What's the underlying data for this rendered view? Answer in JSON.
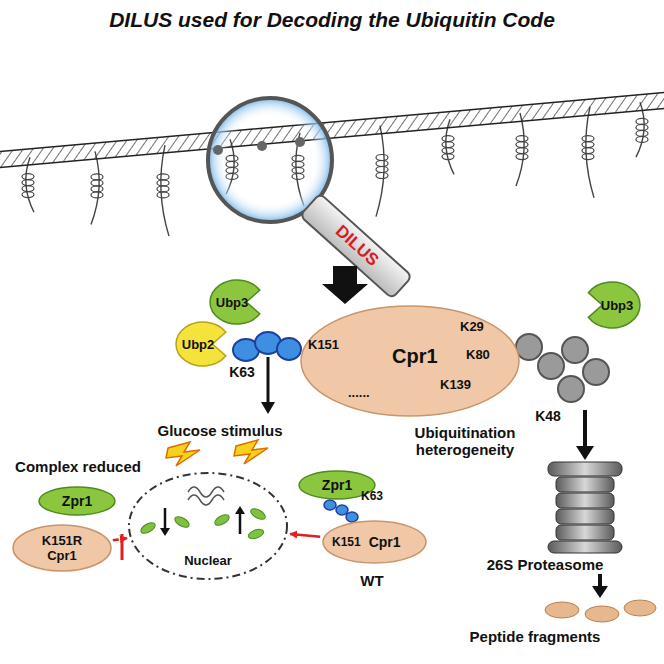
{
  "diagram": {
    "title": "DILUS used for Decoding the Ubiquitin Code",
    "nodes": [
      {
        "text": [
          "Ubp3"
        ]
      },
      {
        "text": [
          "Ubp2"
        ]
      },
      {
        "text": [
          "Cpr1",
          "K151",
          "K29",
          "K80",
          "K139",
          "......"
        ]
      },
      {
        "text": [
          "Ubp3"
        ]
      },
      {
        "text": [
          "Zpr1"
        ]
      },
      {
        "text": [
          "K151R",
          "Cpr1"
        ]
      },
      {
        "text": [
          "Nuclear"
        ]
      },
      {
        "text": [
          "Zpr1"
        ]
      },
      {
        "text": [
          "K151",
          "Cpr1"
        ]
      }
    ],
    "edges": [
      {
        "from": 5,
        "to": 6,
        "arrow": "to"
      },
      {
        "from": 8,
        "to": 6,
        "arrow": "to"
      }
    ],
    "labels": [
      "DILUS",
      "K63",
      "Ubiquitination heterogeneity",
      "K48",
      "26S Proteasome",
      "Peptide fragments",
      "Glucose stimulus",
      "Complex reduced",
      "K63",
      "WT"
    ]
  }
}
